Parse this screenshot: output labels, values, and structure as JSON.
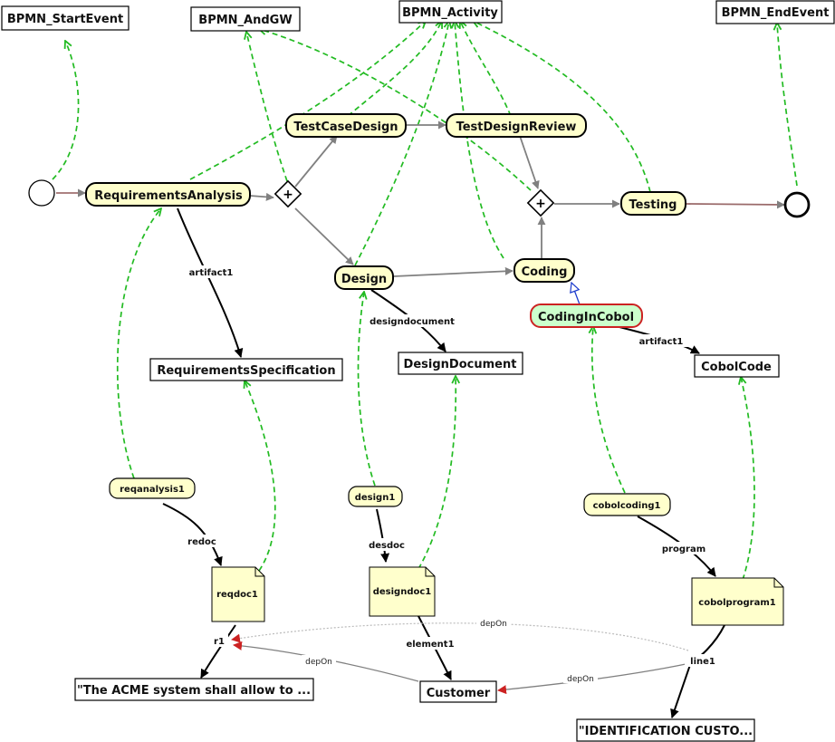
{
  "metaclasses": {
    "start_event": "BPMN_StartEvent",
    "and_gw": "BPMN_AndGW",
    "activity": "BPMN_Activity",
    "end_event": "BPMN_EndEvent"
  },
  "activities": {
    "requirements_analysis": "RequirementsAnalysis",
    "test_case_design": "TestCaseDesign",
    "test_design_review": "TestDesignReview",
    "testing": "Testing",
    "design": "Design",
    "coding": "Coding",
    "coding_in_cobol": "CodingInCobol"
  },
  "artifacts": {
    "requirements_specification": "RequirementsSpecification",
    "design_document": "DesignDocument",
    "cobol_code": "CobolCode"
  },
  "instances": {
    "reqanalysis1": "reqanalysis1",
    "design1": "design1",
    "cobolcoding1": "cobolcoding1",
    "reqdoc1": "reqdoc1",
    "designdoc1": "designdoc1",
    "cobolprogram1": "cobolprogram1",
    "customer": "Customer",
    "acme_text": "\"The ACME system shall allow to ...",
    "ident_text": "\"IDENTIFICATION CUSTO..."
  },
  "edge_labels": {
    "artifact1_a": "artifact1",
    "designdocument": "designdocument",
    "artifact1_b": "artifact1",
    "redoc": "redoc",
    "desdoc": "desdoc",
    "program": "program",
    "element1": "element1",
    "r1": "r1",
    "line1": "line1",
    "depon_1": "depOn",
    "depon_2": "depOn",
    "depon_3": "depOn"
  },
  "gateway_symbol": "+",
  "colors": {
    "activity_fill": "#ffffcc",
    "specialized_fill": "#ccffcc",
    "specialized_border": "#cc2222",
    "typing_edge": "#22bb22",
    "flow_edge": "#808080",
    "dep_arrow": "#cc2222",
    "generalization": "#1a3acc"
  }
}
